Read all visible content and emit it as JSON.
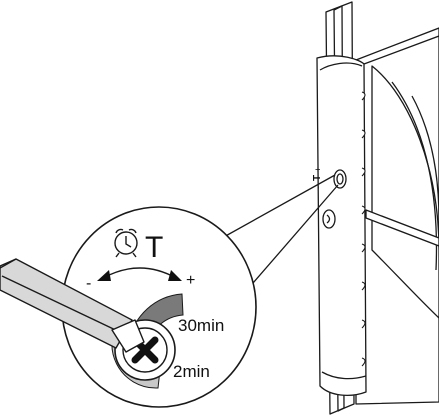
{
  "callout": {
    "timer_symbol": "T",
    "minus_sign": "-",
    "plus_sign": "+",
    "max_time_label": "30min",
    "min_time_label": "2min"
  },
  "device_labels": {
    "plus": "+",
    "minus": "-",
    "t": "T"
  },
  "icons": [
    "clock-icon",
    "screwdriver-icon",
    "adjust-screw-icon",
    "cross-icon"
  ],
  "colors": {
    "line": "#1a1a1a",
    "dial_dark": "#7a7a7a",
    "dial_light": "#c8c8c8",
    "tool_fill": "#d8d8d8"
  }
}
